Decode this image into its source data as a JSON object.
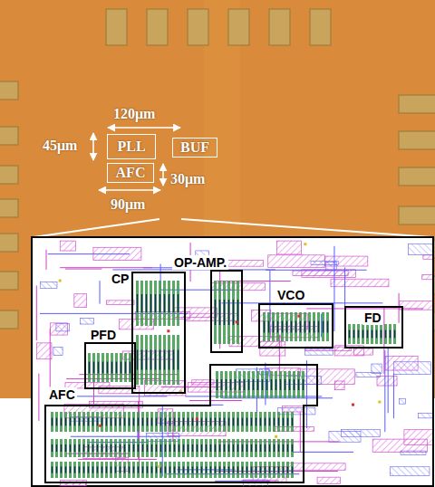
{
  "diagram": {
    "nodes": [
      {
        "text": [
          "PLL"
        ]
      },
      {
        "text": [
          "BUF"
        ]
      },
      {
        "text": [
          "AFC"
        ]
      },
      {
        "text": [
          "OP-AMP."
        ]
      },
      {
        "text": [
          "CP"
        ]
      },
      {
        "text": [
          "VCO"
        ]
      },
      {
        "text": [
          "FD"
        ]
      },
      {
        "text": [
          "PFD"
        ]
      },
      {
        "text": [
          "AFC"
        ]
      }
    ],
    "labels": [
      "120μm",
      "45μm",
      "30μm",
      "90μm"
    ]
  }
}
